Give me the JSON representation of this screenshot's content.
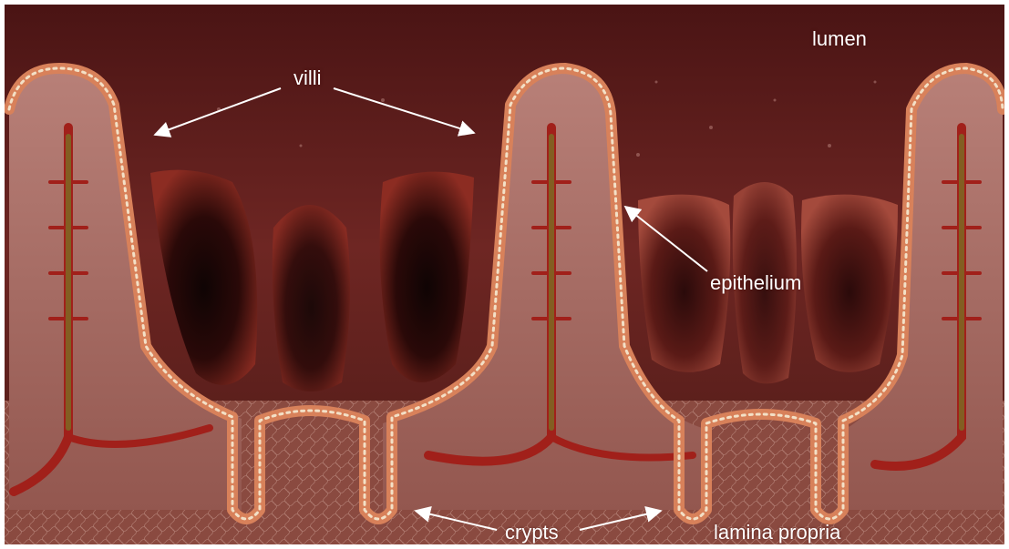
{
  "labels": {
    "lumen": "lumen",
    "villi": "villi",
    "epithelium": "epithelium",
    "crypts": "crypts",
    "lamina_propria": "lamina propria"
  },
  "colors": {
    "background_top": "#4a1414",
    "background_mid": "#7a2e2a",
    "tissue": "#a9706a",
    "epithelium_cell": "#d8815a",
    "epithelium_rim": "#f3e0c6",
    "vessel": "#a1201a",
    "lymph": "#7c6a24",
    "dark_interior": "#160606",
    "arrow": "#ffffff",
    "label_text": "#ffffff"
  }
}
